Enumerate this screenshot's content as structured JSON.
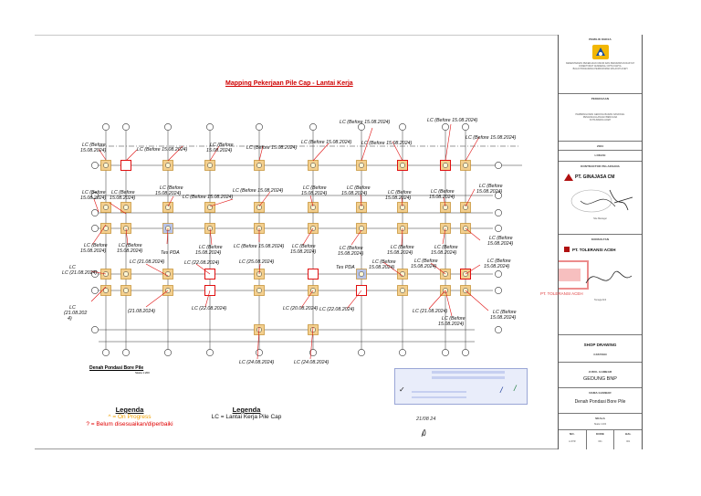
{
  "title": "Mapping Pekerjaan Pile Cap - Lantai Kerja",
  "legend_status": {
    "heading": "Legenda",
    "items": [
      {
        "text": "^ = On Progress",
        "color": "#f0a000"
      },
      {
        "text": "? = Belum disesuaikan/diperbaiki",
        "color": "#e00000"
      }
    ]
  },
  "legend_lc": {
    "heading": "Legenda",
    "text": "LC = Lantai Kerja Pile Cap"
  },
  "drawing_caption": {
    "title": "Denah Pondasi Bore Pile",
    "scale": "Skala 1:200"
  },
  "labels": {
    "lc15": "LC (Before 15.08.2024)",
    "lc_a": "LC (Before",
    "lc_b": "15.08.2024)",
    "tes_pda": "Tes PDA",
    "lc_2108": "LC (21.08.2024)",
    "lc_2108_b": "(21.08.2024)",
    "lc_2208": "LC (22.08.2024)",
    "lc_2408": "LC (24.08.2024)",
    "lc_2508": "LC (25.08.2024)",
    "lc_2008": "LC (20.08.2024)",
    "lc_left_a": "LC",
    "lc_left_b": "(21.08.202",
    "lc_left_c": "4)"
  },
  "stamp_lines": [
    "PT. ...",
    "..."
  ],
  "signature_date": "21/08 24",
  "title_block": {
    "owner_header": "PEMILIK KERJA",
    "owner_lines": [
      "KEMENTERIAN PEKERJAAN UMUM DAN PERUMAHAN RAKYAT",
      "DIREKTORAT JENDERAL CIPTA KARYA",
      "BALAI PRASARANA PERMUKIMAN WILAYAH ACEH"
    ],
    "project_header": "PEKERJAAN",
    "project_lines": [
      "PEMBANGUNAN GEDUNG BADAN NASIONAL",
      "PENANGGULANGAN BENCANA",
      "KOTA BANDA ACEH"
    ],
    "year": "2024",
    "location_header": "LOKASI",
    "contractor_header": "KONTRAKTOR PELAKSANA",
    "contractor_name": "PT. GINAJASA CM",
    "contractor_person": "Site Manager",
    "consultant_header": "KONSULTAN",
    "consultant_name": "PT. TOLERANSI ACEH",
    "consultant_person": "Tenaga Ahli",
    "stamp_text": "PT. TOLERANSI ACEH",
    "drawing_type": "SHOP DRAWING",
    "notes_header": "CATATAN",
    "drawing_title_header": "JUDUL GAMBAR",
    "building": "GEDUNG BNP",
    "sheet_header": "NAMA GAMBAR",
    "sheet_name": "Denah Pondasi Bore Pile",
    "scale_header": "SKALA",
    "scale_value": "Skala 1:200",
    "footer": [
      {
        "label": "NO.",
        "value": "A-STR"
      },
      {
        "label": "KODE",
        "value": "001"
      },
      {
        "label": "HAL",
        "value": "001"
      }
    ]
  },
  "colors": {
    "pilecap_fill": "#f3cf8e",
    "pilecap_border": "#c08a2a",
    "red_mark": "#e01010",
    "grid_line": "#333333"
  }
}
